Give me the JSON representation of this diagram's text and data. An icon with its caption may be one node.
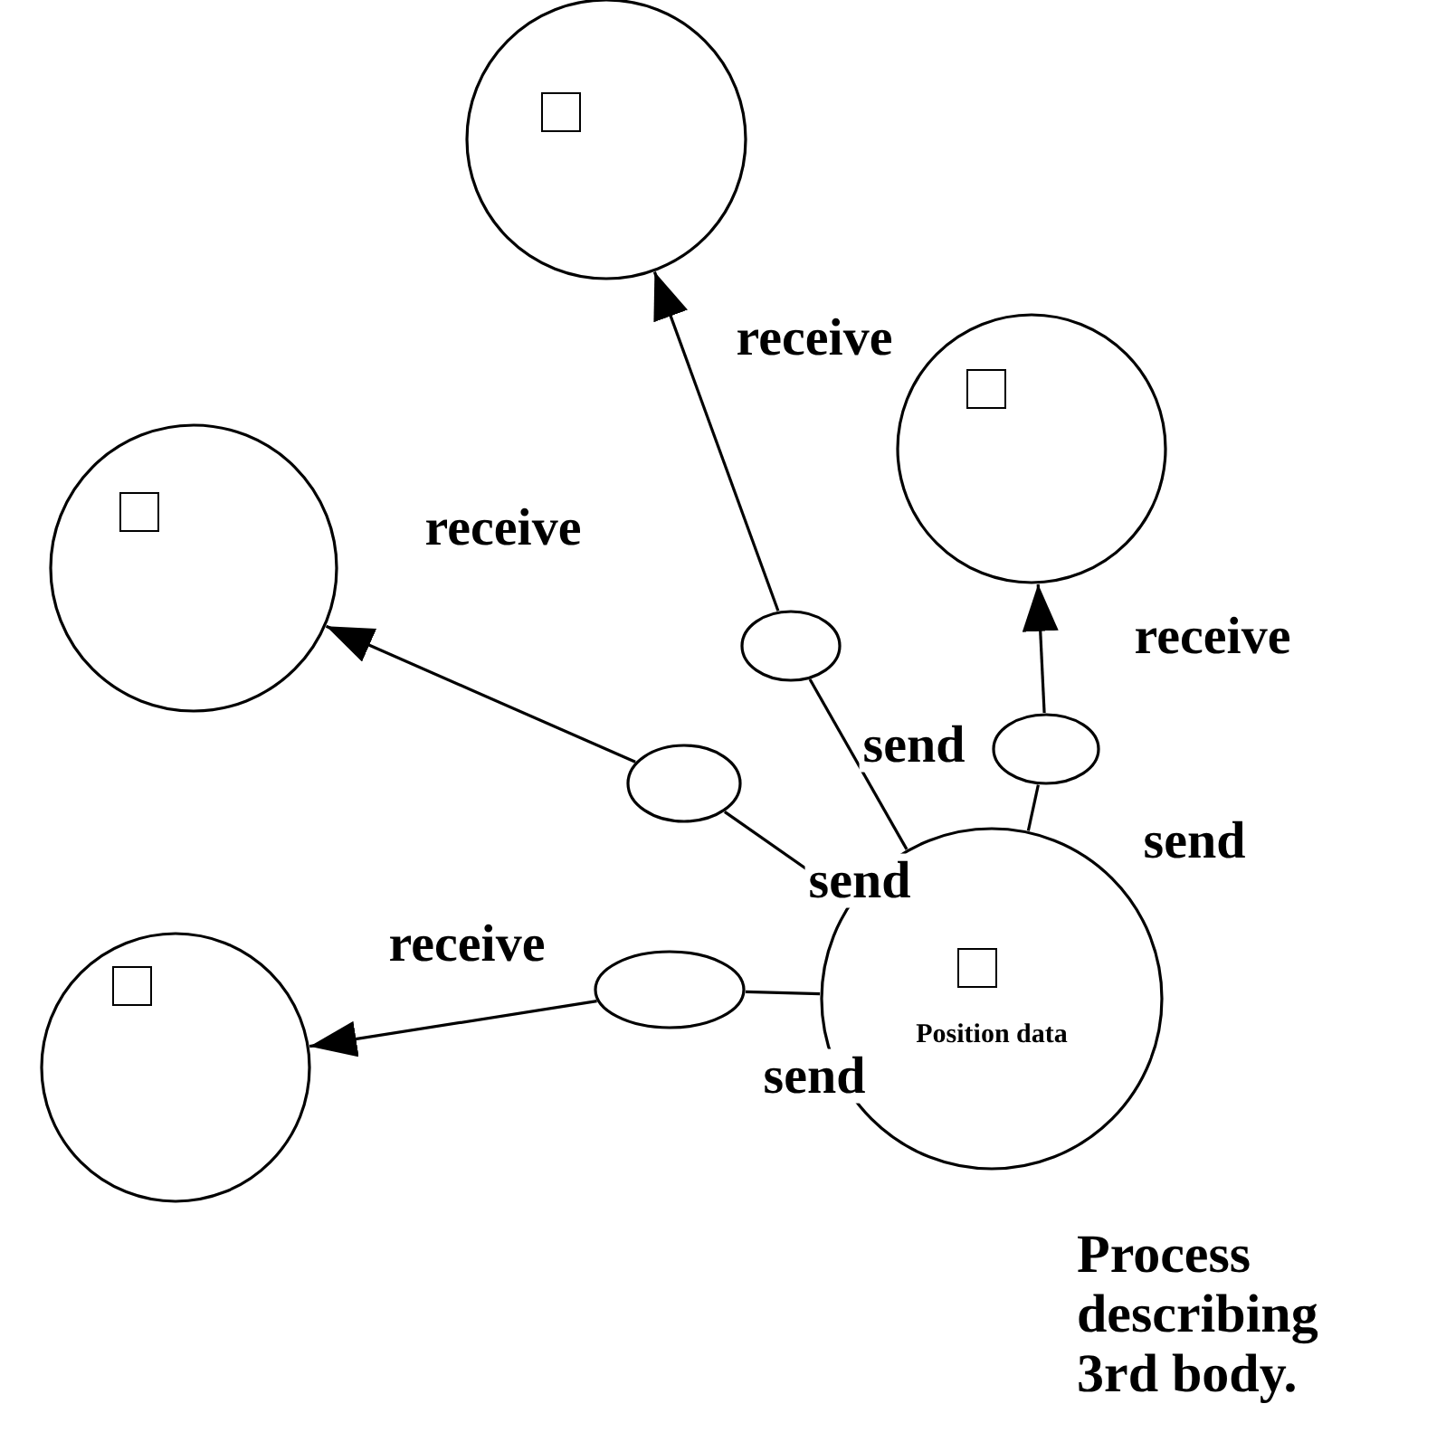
{
  "diagram": {
    "nodes": [
      {
        "text": [],
        "shape": "circle"
      },
      {
        "text": [],
        "shape": "circle"
      },
      {
        "text": [],
        "shape": "circle"
      },
      {
        "text": [],
        "shape": "ellipse"
      },
      {
        "text": [],
        "shape": "ellipse"
      },
      {
        "text": [],
        "shape": "ellipse"
      },
      {
        "text": [
          "Position data"
        ],
        "beside": [
          "Process describing 3rd body."
        ]
      },
      {
        "text": [],
        "shape": "circle"
      },
      {
        "text": [],
        "shape": "ellipse"
      }
    ],
    "edges": [
      {
        "from": 6,
        "to": 3,
        "arrow": "none",
        "label": "send"
      },
      {
        "from": 3,
        "to": 0,
        "arrow": "to",
        "label": "receive"
      },
      {
        "from": 6,
        "to": 4,
        "arrow": "none",
        "label": "send"
      },
      {
        "from": 4,
        "to": 2,
        "arrow": "to",
        "label": "receive"
      },
      {
        "from": 6,
        "to": 5,
        "arrow": "none",
        "label": "send"
      },
      {
        "from": 5,
        "to": 1,
        "arrow": "to",
        "label": "receive"
      },
      {
        "from": 6,
        "to": 8,
        "arrow": "none",
        "label": "send"
      },
      {
        "from": 8,
        "to": 7,
        "arrow": "to",
        "label": "receive"
      }
    ]
  }
}
